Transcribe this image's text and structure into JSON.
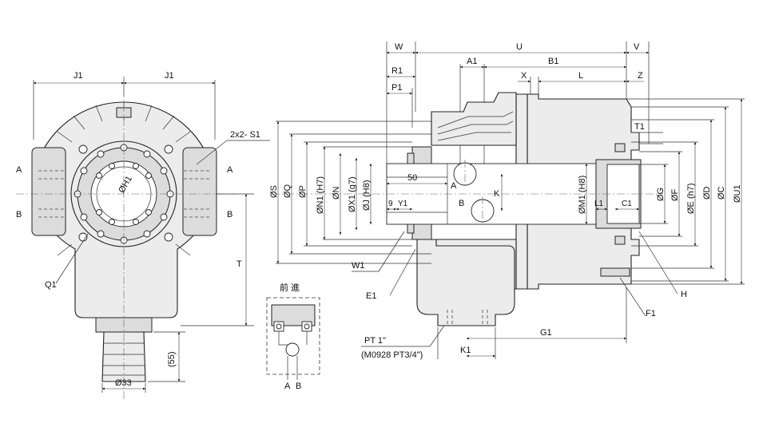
{
  "labels": {
    "J1_left": "J1",
    "J1_right": "J1",
    "S1": "2x2- S1",
    "A_left": "A",
    "A_right": "A",
    "B_left": "B",
    "B_right": "B",
    "H1": "ØH1",
    "Q1": "Q1",
    "T": "T",
    "dim55": "(55)",
    "dia33": "Ø33",
    "forward": "前 進",
    "sub_A": "A",
    "sub_B": "B",
    "W": "W",
    "U": "U",
    "V": "V",
    "R1": "R1",
    "A1": "A1",
    "B1": "B1",
    "P1": "P1",
    "X": "X",
    "L": "L",
    "Z": "Z",
    "T1": "T1",
    "S": "ØS",
    "Q": "ØQ",
    "P": "ØP",
    "N1": "ØN1 (H7)",
    "N": "ØN",
    "X1": "ØX1 (g7)",
    "J": "ØJ (H8)",
    "d50": "50",
    "A_mid": "A",
    "K": "K",
    "B_mid": "B",
    "d9": "9",
    "Y1": "Y1",
    "M1": "ØM1 (H8)",
    "L1": "L1",
    "C1": "C1",
    "G": "ØG",
    "F": "ØF",
    "E": "ØE (h7)",
    "D": "ØD",
    "C": "ØC",
    "U1": "ØU1",
    "W1": "W1",
    "E1": "E1",
    "F1": "F1",
    "H": "H",
    "PT1": "PT 1\"",
    "PT2": "(M0928 PT3/4\")",
    "K1": "K1",
    "G1": "G1"
  }
}
